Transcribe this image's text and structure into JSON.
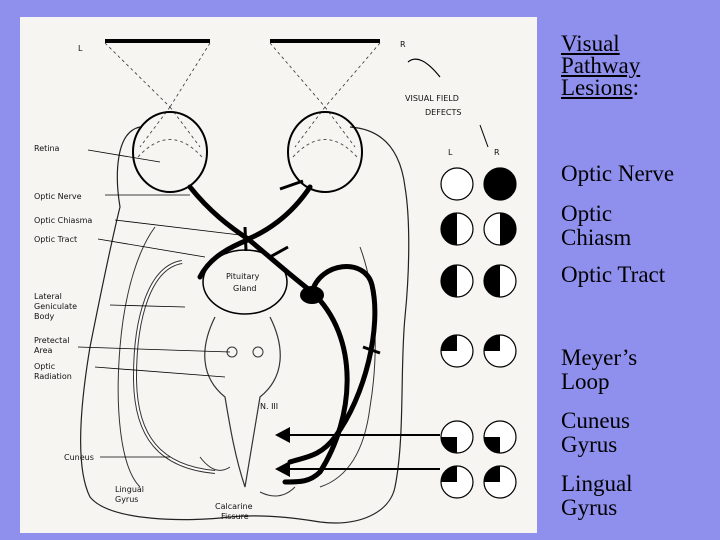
{
  "title": {
    "line1": "Visual",
    "line2": "Pathway",
    "line3": "Lesions",
    "suffix": ":"
  },
  "lesions": [
    {
      "lines": [
        "Optic Nerve"
      ]
    },
    {
      "lines": [
        "Optic",
        "Chiasm"
      ]
    },
    {
      "lines": [
        "Optic Tract"
      ]
    },
    {
      "lines": [
        "Meyer’s",
        "Loop"
      ]
    },
    {
      "lines": [
        "Cuneus",
        "Gyrus"
      ]
    },
    {
      "lines": [
        "Lingual",
        "Gyrus"
      ]
    }
  ],
  "diagram": {
    "field_left": "L",
    "field_right": "R",
    "defects_title_1": "VISUAL FIELD",
    "defects_title_2": "DEFECTS",
    "defects_col_l": "L",
    "defects_col_r": "R",
    "labels": {
      "retina": "Retina",
      "optic_nerve": "Optic Nerve",
      "optic_chiasma": "Optic Chiasma",
      "optic_tract": "Optic Tract",
      "lgb_1": "Lateral",
      "lgb_2": "Geniculate",
      "lgb_3": "Body",
      "pretectal_1": "Pretectal",
      "pretectal_2": "Area",
      "optic_rad_1": "Optic",
      "optic_rad_2": "Radiation",
      "cuneus": "Cuneus",
      "lingual_1": "Lingual",
      "lingual_2": "Gyrus",
      "pituitary_1": "Pituitary",
      "pituitary_2": "Gland",
      "n3": "N. III",
      "calcarine_1": "Calcarine",
      "calcarine_2": "Fissure"
    }
  },
  "colors": {
    "background": "#8f8fee",
    "photo": "#f7f5f2",
    "ink": "#000000"
  }
}
